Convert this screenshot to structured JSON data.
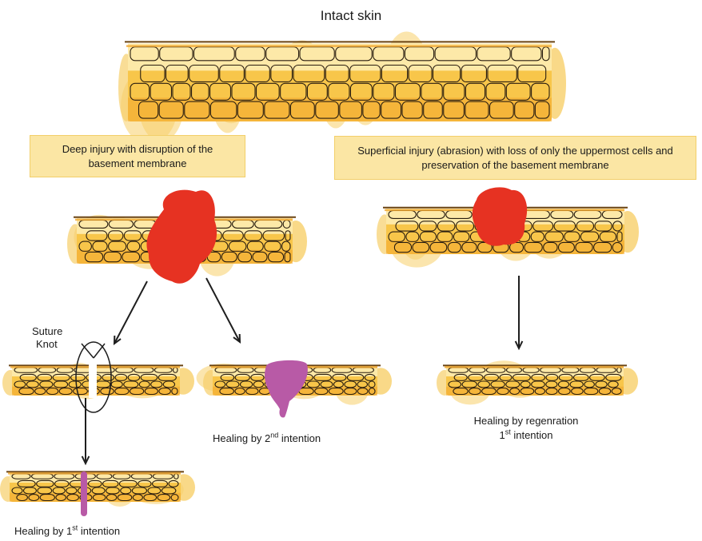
{
  "title": "Intact skin",
  "boxes": {
    "deep_injury": "Deep injury with disruption of the basement membrane",
    "superficial_injury": "Superficial injury (abrasion) with loss of only the uppermost cells and preservation of the basement membrane"
  },
  "suture_label": [
    "Suture",
    "Knot"
  ],
  "captions": {
    "second_intention": {
      "prefix": "Healing by 2",
      "sup": "nd",
      "suffix": " intention"
    },
    "first_intention_bottom": {
      "prefix": "Healing by 1",
      "sup": "st",
      "suffix": " intention"
    },
    "regeneration_line1": "Healing by regenration",
    "regeneration_line2": {
      "prefix": "1",
      "sup": "st",
      "suffix": " intention"
    }
  },
  "colors": {
    "skin_light": "#fde9a8",
    "skin_mid": "#f8c64a",
    "skin_dark": "#f2a72e",
    "skin_halo": "#f7cf6a",
    "cell_outline": "#2a1e10",
    "surface_line": "#6b4412",
    "wound_red": "#e63222",
    "healing_purple": "#b85aa6",
    "arrow": "#1e1e1e",
    "box_fill": "#fbe6a4"
  },
  "icons": [
    "intact-skin-illustration",
    "wound-blot",
    "arrow-icon",
    "suture-loop-icon",
    "scar-tissue"
  ]
}
